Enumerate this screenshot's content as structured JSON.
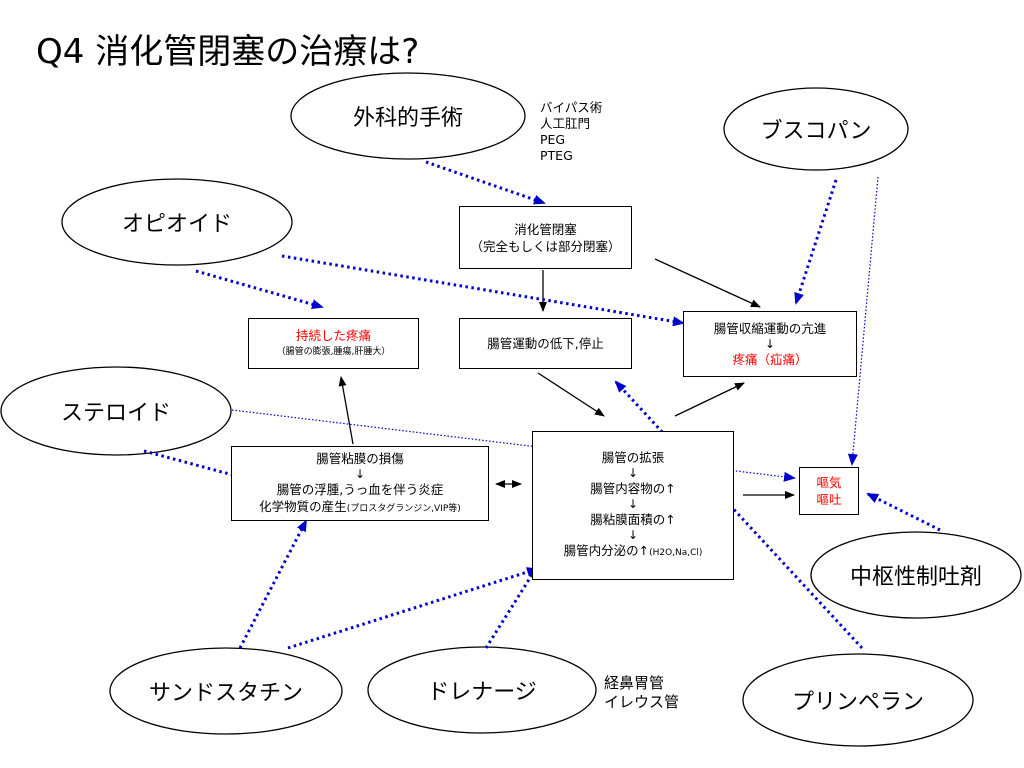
{
  "title": "Q4 消化管閉塞の治療は?",
  "ellipses": {
    "surgery": "外科的手術",
    "buscopan": "ブスコパン",
    "opioid": "オピオイド",
    "steroid": "ステロイド",
    "antiemetic": "中枢性制吐剤",
    "sandostatin": "サンドスタチン",
    "drainage": "ドレナージ",
    "primperan": "プリンペラン"
  },
  "surgery_notes": [
    "バイパス術",
    "人工肛門",
    "PEG",
    "PTEG"
  ],
  "drainage_notes": [
    "経鼻胃管",
    "イレウス管"
  ],
  "boxes": {
    "obstruction": {
      "line1": "消化管閉塞",
      "line2": "（完全もしくは部分閉塞）"
    },
    "persistent_pain": {
      "line1": "持続した疼痛",
      "line2": "（腸管の膨張,腫瘍,肝腫大）"
    },
    "motility": {
      "line1": "腸管運動の低下,停止"
    },
    "contraction": {
      "line1": "腸管収縮運動の亢進",
      "arrow": "↓",
      "line2": "疼痛（疝痛）"
    },
    "mucosa": {
      "line1": "腸管粘膜の損傷",
      "arrow": "↓",
      "line2": "腸管の浮腫,うっ血を伴う炎症",
      "line3": "化学物質の産生",
      "line3_small": "(プロスタグランジン,VIP等)"
    },
    "distension": {
      "line1": "腸管の拡張",
      "arrow1": "↓",
      "line2": "腸管内容物の↑",
      "arrow2": "↓",
      "line3": "腸粘膜面積の↑",
      "arrow3": "↓",
      "line4": "腸管内分泌の↑",
      "line4_small": "(H2O,Na,Cl)"
    },
    "vomit": {
      "line1": "嘔気",
      "line2": "嘔吐"
    }
  },
  "colors": {
    "accent_blue": "#0000cc",
    "alert_red": "#ff0000"
  }
}
